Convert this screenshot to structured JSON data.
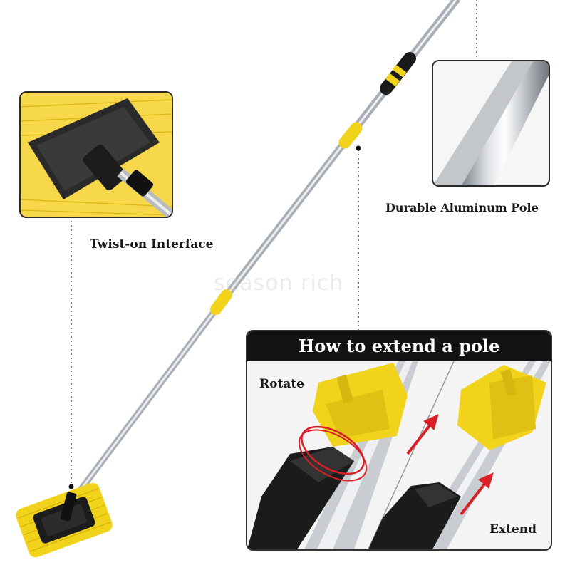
{
  "labels": {
    "twist_on": "Twist-on Interface",
    "aluminum": "Durable Aluminum Pole",
    "extend_title": "How to extend a pole",
    "rotate": "Rotate",
    "extend": "Extend"
  },
  "watermark": "season rich",
  "colors": {
    "accent_yellow": "#F2D31B",
    "pole_silver": "#C9CDD2",
    "grip_black": "#1A1A1A",
    "arrow_red": "#D81F26"
  }
}
